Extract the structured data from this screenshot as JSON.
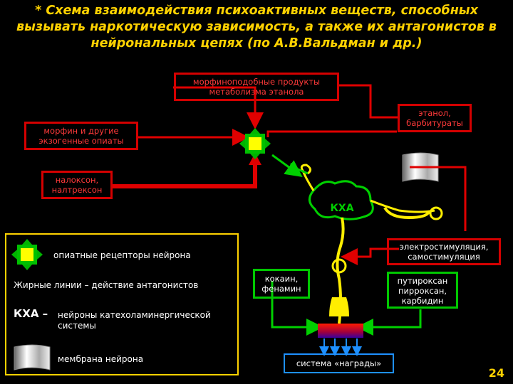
{
  "title": {
    "line1": "*  Схема взаимодействия психоактивных веществ, способных",
    "line2": "вызывать наркотическую зависимость, а также их антагонистов в",
    "line3": "нейрональных цепях  (по А.В.Вальдман и др.)"
  },
  "boxes": {
    "morphine_like": "морфиноподобные продукты метаболизма этанола",
    "ethanol": "этанол, барбитураты",
    "morphine": "морфин и другие экзогенные опиаты",
    "naloxone": "налоксон, налтрексон",
    "electrostim": "электростимуляция, самостимуляция",
    "cocaine": "кокаин, фенамин",
    "pyrroxan": "путироксан пирроксан, карбидин",
    "reward": "система «награды»"
  },
  "neuron_label": "КХА",
  "legend": {
    "opiate": "опиатные рецепторы нейрона",
    "bold_lines": "Жирные линии – действие антагонистов",
    "kha_abbr": "КХА –",
    "kha_desc": "нейроны катехоламинергической системы",
    "membrane": "мембрана нейрона"
  },
  "page_number": "24",
  "colors": {
    "title": "#ffd200",
    "red_arrow": "#e00000",
    "green_arrow": "#00d000",
    "neuron": "#ffee00",
    "receptor": "#00b400"
  }
}
